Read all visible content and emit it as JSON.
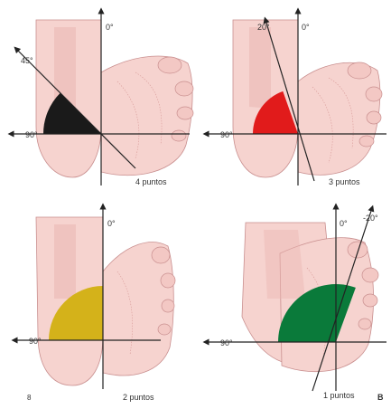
{
  "colors": {
    "background": "#ffffff",
    "skin": "#f6d3cf",
    "skin_outline": "#c98f8f",
    "axis": "#222222",
    "wedge_black": "#1a1a1a",
    "wedge_red": "#e11b1b",
    "wedge_yellow": "#d4b21a",
    "wedge_green": "#0a7a3a"
  },
  "panels": [
    {
      "vertical_axis_label": "0°",
      "horizontal_axis_label": "90°",
      "angle_label": "45°",
      "score_label": "4 puntos",
      "wedge_color": "#1a1a1a"
    },
    {
      "vertical_axis_label": "0°",
      "horizontal_axis_label": "90°",
      "angle_label": "20°",
      "score_label": "3 puntos",
      "wedge_color": "#e11b1b"
    },
    {
      "vertical_axis_label": "0°",
      "horizontal_axis_label": "90°",
      "score_label": "2 puntos",
      "wedge_color": "#d4b21a",
      "corner_mark": "8"
    },
    {
      "vertical_axis_label": "0°",
      "horizontal_axis_label": "90°",
      "angle_label": "-20°",
      "score_label": "1 puntos",
      "wedge_color": "#0a7a3a",
      "corner_mark": "B"
    }
  ]
}
